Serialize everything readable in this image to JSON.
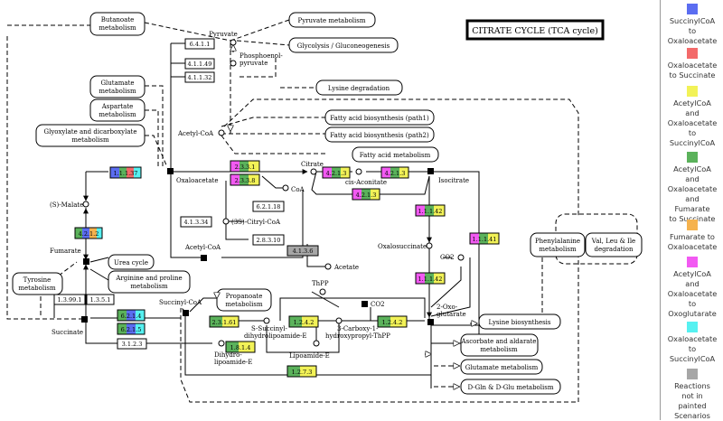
{
  "title": "CITRATE CYCLE (TCA cycle)",
  "colors": {
    "blue": "#5b6df1",
    "red": "#f36a6a",
    "yellow": "#f2f257",
    "green": "#5bb25b",
    "orange": "#f5b24e",
    "magenta": "#f25af2",
    "cyan": "#56f1f1",
    "gray": "#a6a6a6"
  },
  "pathways": {
    "butanoate": [
      "Butanoate",
      "metabolism"
    ],
    "pyruvate_met": "Pyruvate metabolism",
    "glycolysis": "Glycolysis / Gluconeogenesis",
    "glutamate": [
      "Glutamate",
      "metabolism"
    ],
    "aspartate": [
      "Aspartate",
      "metabolism"
    ],
    "glyoxylate": [
      "Glyoxylate and dicarboxylate",
      "metabolism"
    ],
    "lysine_deg": "Lysine degradation",
    "fa1": "Fatty acid biosynthesis (path1)",
    "fa2": "Fatty acid biosynthesis (path2)",
    "fa_met": "Fatty acid metabolism",
    "urea": "Urea cycle",
    "arginine": [
      "Arginine and proline",
      "metabolism"
    ],
    "tyrosine": [
      "Tyrosine",
      "metabolism"
    ],
    "propanoate": [
      "Propanoate",
      "metabolism"
    ],
    "phenylalanine": [
      "Phenylalanine",
      "metabolism"
    ],
    "valine": [
      "Val, Leu & Ile",
      "degradation"
    ],
    "lysine_bio": "Lysine biosynthesis",
    "ascorbate": [
      "Ascorbate and aldarate",
      "metabolism"
    ],
    "glutamate2": "Glutamate metabolism",
    "dgln": "D-Gln & D-Glu metabolism"
  },
  "compounds": {
    "pyruvate": "Pyruvate",
    "pep": [
      "Phosphoenol-",
      "pyruvate"
    ],
    "acetyl_coa": "Acetyl-CoA",
    "oxaloacetate": "Oxaloacetate",
    "citrate": "Citrate",
    "coa": "CoA",
    "cis_aconitate": "cis-Aconitate",
    "isocitrate": "Isocitrate",
    "s_malate": "(S)-Malate",
    "citryl_coa": "(3S)-Citryl-CoA",
    "acetyl_coa2": "Acetyl-CoA",
    "acetate": "Acetate",
    "fumarate": "Fumarate",
    "oxalosuccinate": "Oxalosuccinate",
    "co2a": "CO2",
    "co2b": "CO2",
    "thpp": "ThPP",
    "oxoglutarate": [
      "2-Oxo-",
      "glutarate"
    ],
    "succinate": "Succinate",
    "succinyl_coa": "Succinyl-CoA",
    "s_succinyl": [
      "S-Succinyl-",
      "dihydrolipoamide-E"
    ],
    "carboxy": [
      "3-Carboxy-1-",
      "hydroxypropyl-ThPP"
    ],
    "dihydrolipoamide": [
      "Dihydro-",
      "lipoamide-E"
    ],
    "lipoamide": "Lipoamide-E"
  },
  "enzymes": {
    "ec_6411": "6.4.1.1",
    "ec_41149": "4.1.1.49",
    "ec_41132": "4.1.1.32",
    "ec_1113": [
      "1.1.1.37"
    ],
    "ec_2331": "2.3.3.1",
    "ec_2338": "2.3.3.8",
    "ec_4213a": "4.2.1.3",
    "ec_4213b": "4.2.1.3",
    "ec_4213c": "4.2.1.3",
    "ec_62118": "6.2.1.18",
    "ec_41334": "4.1.3.34",
    "ec_28310": "2.8.3.10",
    "ec_4136": "4.1.3.6",
    "ec_4212": "4.2.1.2",
    "ec_11142a": "1.1.1.42",
    "ec_11141": "1.1.1.41",
    "ec_11142b": "1.1.1.42",
    "ec_13991": "1.3.99.1",
    "ec_1351": "1.3.5.1",
    "ec_6214": "6.2.1.4",
    "ec_6215": "6.2.1.5",
    "ec_3123": "3.1.2.3",
    "ec_23161": "2.3.1.61",
    "ec_1242a": "1.2.4.2",
    "ec_1242b": "1.2.4.2",
    "ec_1814": "1.8.1.4",
    "ec_1273": "1.2.7.3"
  },
  "legend": [
    {
      "color": "#5b6df1",
      "label": [
        "SuccinylCoA",
        "to",
        "Oxaloacetate"
      ]
    },
    {
      "color": "#f36a6a",
      "label": [
        "Oxaloacetate",
        "to Succinate"
      ]
    },
    {
      "color": "#f2f257",
      "label": [
        "AcetylCoA",
        "and",
        "Oxaloacetate",
        "to",
        "SuccinylCoA"
      ]
    },
    {
      "color": "#5bb25b",
      "label": [
        "AcetylCoA",
        "and",
        "Oxaloacetate",
        "and",
        "Fumarate",
        "to Succinate"
      ]
    },
    {
      "color": "#f5b24e",
      "label": [
        "Fumarate to",
        "Oxaloacetate"
      ]
    },
    {
      "color": "#f25af2",
      "label": [
        "AcetylCoA",
        "and",
        "Oxaloacetate",
        "to",
        "Oxoglutarate"
      ]
    },
    {
      "color": "#56f1f1",
      "label": [
        "Oxaloacetate",
        "to",
        "SuccinylCoA"
      ]
    },
    {
      "color": "#a6a6a6",
      "label": [
        "Reactions",
        "not in",
        "painted",
        "Scenarios"
      ]
    }
  ]
}
